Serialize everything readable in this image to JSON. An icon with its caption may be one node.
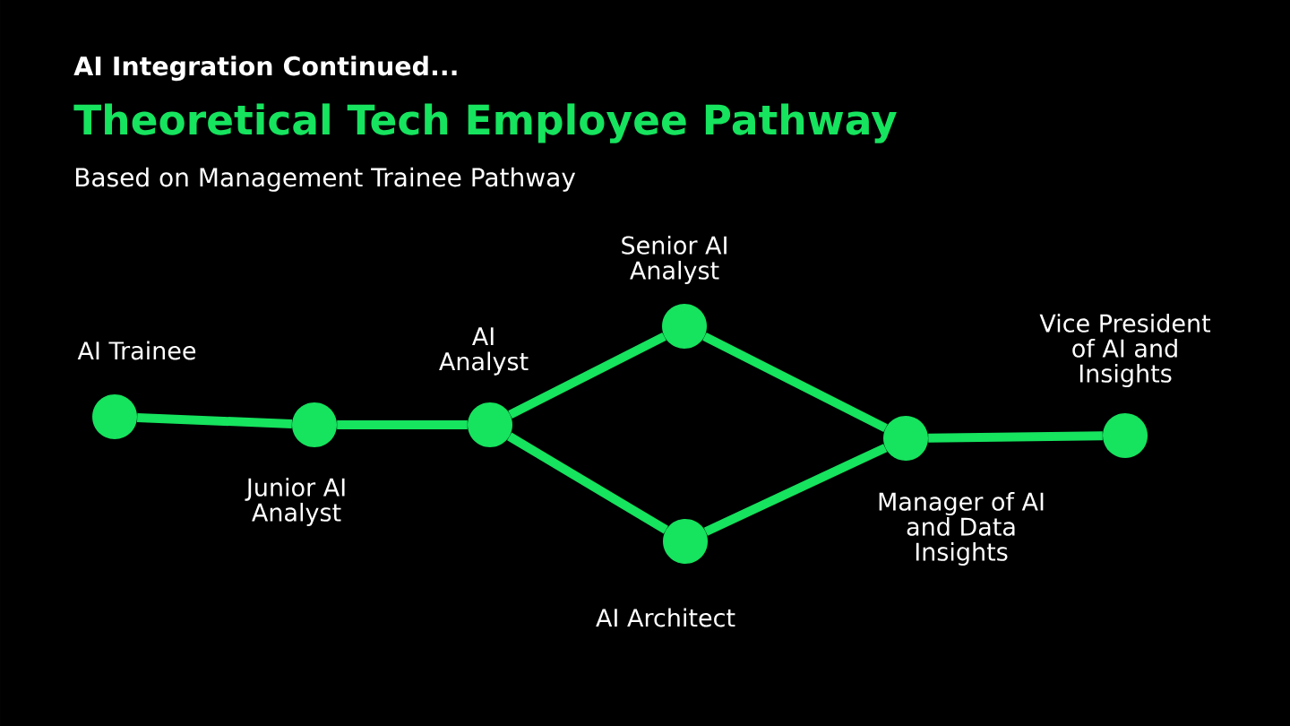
{
  "diagram": {
    "title": "Theoretical Tech Employee Pathway",
    "nodes": [
      {
        "text": [],
        "shape": "circle",
        "beside": [
          "AI Trainee"
        ]
      },
      {
        "text": [],
        "shape": "circle",
        "beside": [
          "Junior AI Analyst"
        ]
      },
      {
        "text": [],
        "shape": "circle",
        "beside": [
          "AI Analyst"
        ]
      },
      {
        "text": [],
        "shape": "circle",
        "beside": [
          "Senior AI Analyst"
        ]
      },
      {
        "text": [],
        "shape": "circle",
        "beside": [
          "AI Architect"
        ]
      },
      {
        "text": [],
        "shape": "circle",
        "beside": [
          "Manager of AI and Data Insights"
        ]
      },
      {
        "text": [],
        "shape": "circle",
        "beside": [
          "Vice President of AI and Insights"
        ]
      }
    ],
    "edges": [
      {
        "from": 0,
        "to": 1,
        "arrow": "none"
      },
      {
        "from": 1,
        "to": 2,
        "arrow": "none"
      },
      {
        "from": 2,
        "to": 3,
        "arrow": "none"
      },
      {
        "from": 2,
        "to": 4,
        "arrow": "none"
      },
      {
        "from": 3,
        "to": 5,
        "arrow": "none"
      },
      {
        "from": 4,
        "to": 5,
        "arrow": "none"
      },
      {
        "from": 5,
        "to": 6,
        "arrow": "none"
      }
    ],
    "labels": [
      "AI Integration Continued...",
      "Based on Management Trainee Pathway"
    ]
  }
}
